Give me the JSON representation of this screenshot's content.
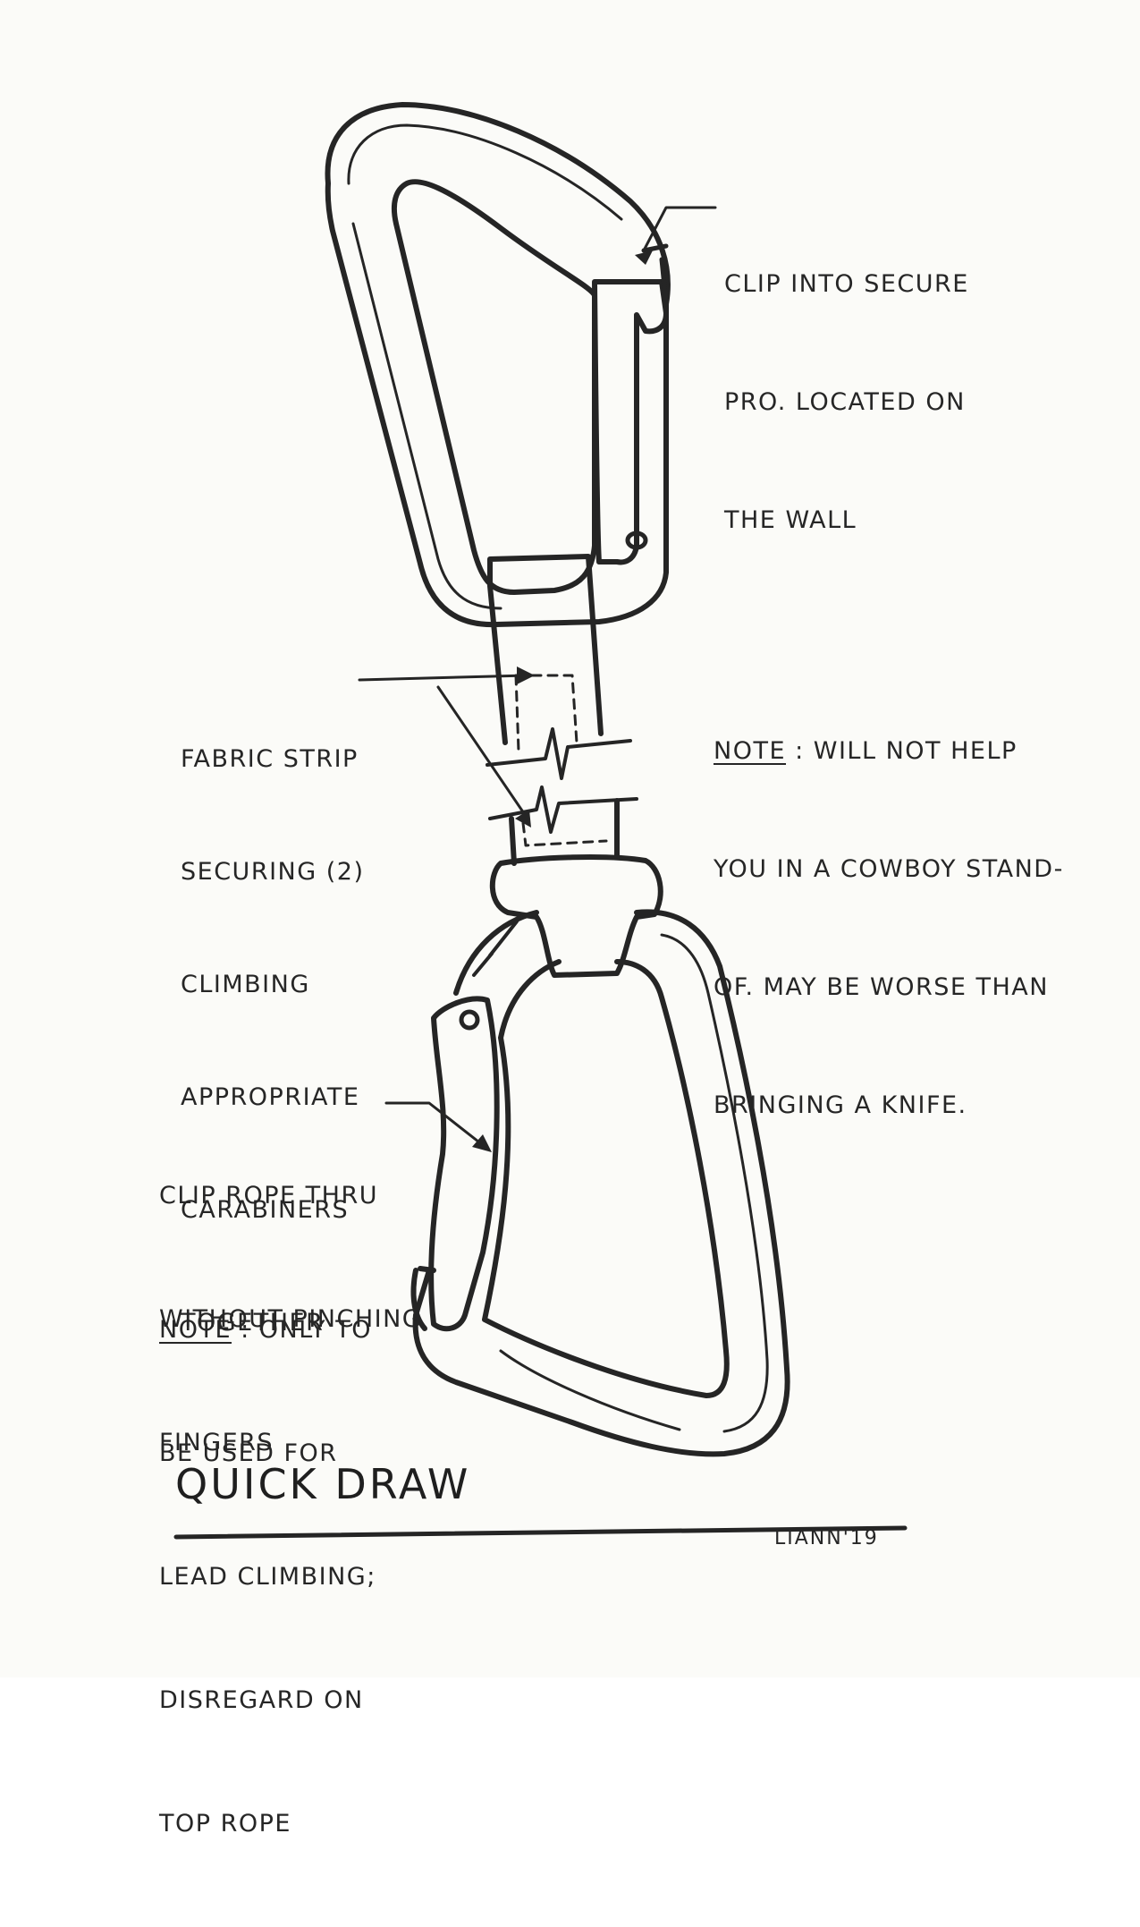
{
  "diagram": {
    "title": "QUICK DRAW",
    "signature": "LIANN'19",
    "labels": {
      "clip_secure": [
        "CLIP INTO SECURE",
        "PRO. LOCATED ON",
        "THE WALL"
      ],
      "note_cowboy_prefix": "NOTE",
      "note_cowboy_rest": " : WILL NOT HELP",
      "note_cowboy_lines": [
        "YOU IN A COWBOY STAND-",
        "OF. MAY BE WORSE THAN",
        "BRINGING A KNIFE."
      ],
      "fabric_strip": [
        "FABRIC STRIP",
        "SECURING (2)",
        "CLIMBING",
        "APPROPRIATE",
        "CARABINERS",
        "TOGETHER"
      ],
      "clip_rope": [
        "CLIP ROPE THRU",
        "WITHOUT PINCHING",
        "FINGERS"
      ],
      "note_lead_prefix": "NOTE",
      "note_lead_rest": " : ONLY TO",
      "note_lead_lines": [
        "BE USED FOR",
        "LEAD CLIMBING;",
        "DISREGARD ON",
        "TOP ROPE"
      ]
    },
    "colors": {
      "ink": "#252525",
      "paper": "#fbfbf8"
    }
  }
}
